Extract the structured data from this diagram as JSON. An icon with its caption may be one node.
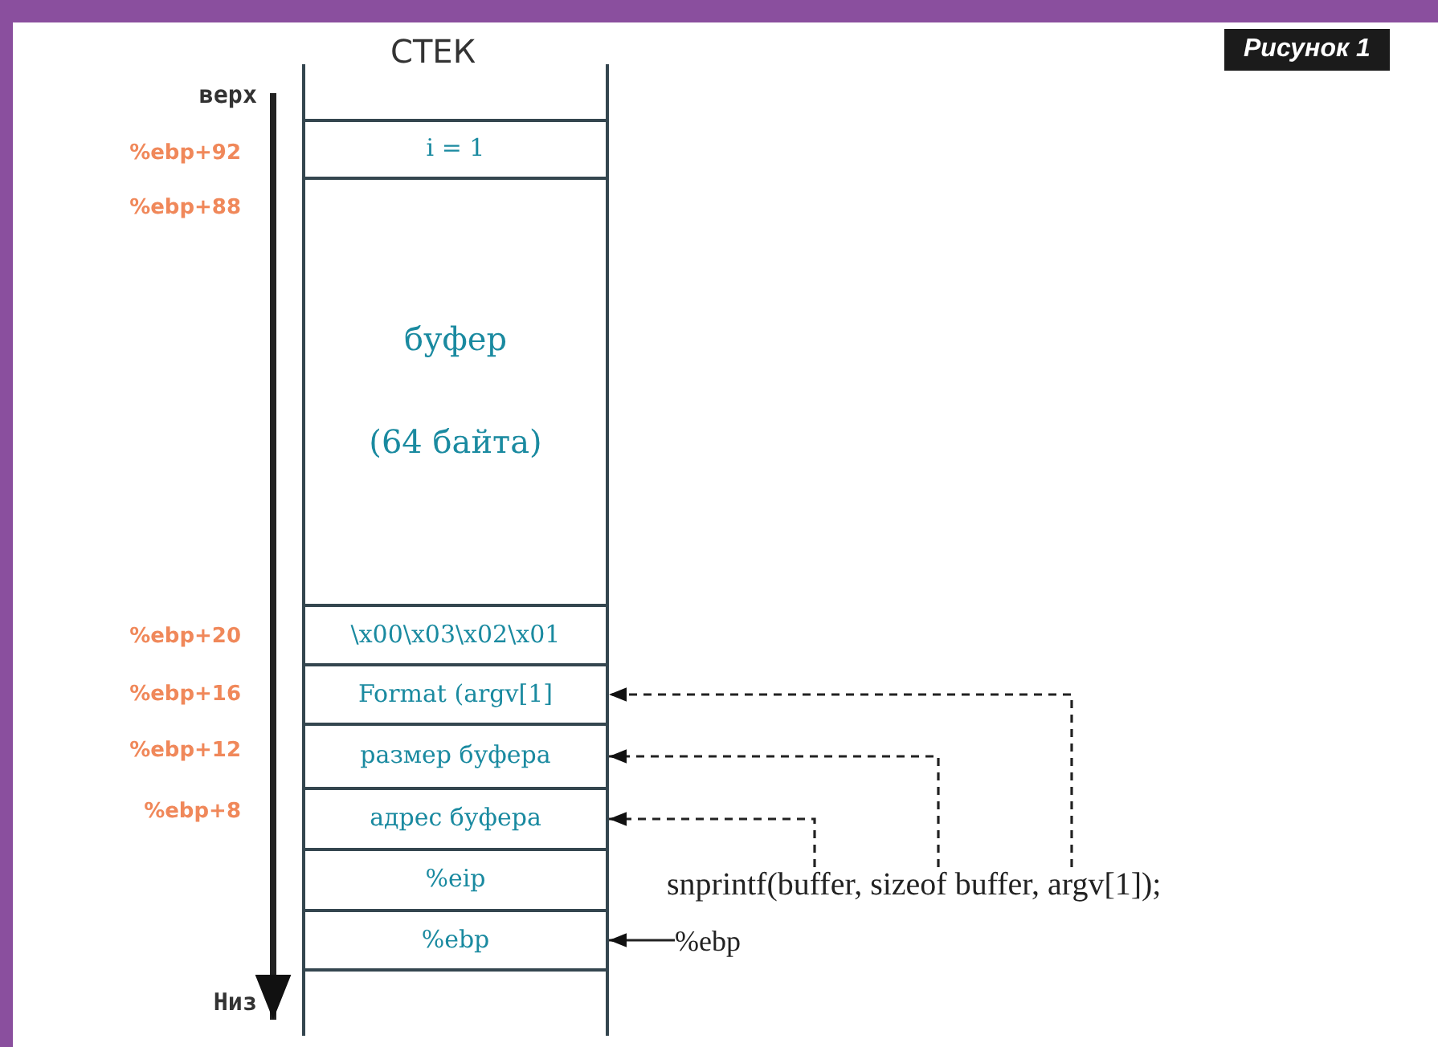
{
  "diagram": {
    "title": "Рисунок 1",
    "nodes": [
      {
        "text": [],
        "shape": "box"
      },
      {
        "text": [
          "i = 1"
        ]
      },
      {
        "text": [
          "буфер",
          "(64 байта)"
        ]
      },
      {
        "text": [
          "\\x00\\x03\\x02\\x01"
        ]
      },
      {
        "text": [
          "Format (argv[1]"
        ]
      },
      {
        "text": [
          "размер буфера"
        ]
      },
      {
        "text": [
          "адрес буфера"
        ]
      },
      {
        "text": [
          "%eip"
        ]
      },
      {
        "text": [
          "%ebp"
        ]
      },
      {
        "text": [],
        "shape": "box"
      },
      {
        "text": [
          "snprintf(buffer, sizeof buffer, argv[1]);"
        ]
      },
      {
        "text": [
          "%ebp"
        ]
      }
    ],
    "edges": [
      {
        "from": 10,
        "to": 4,
        "arrow": "to",
        "style": "dashed"
      },
      {
        "from": 10,
        "to": 5,
        "arrow": "to",
        "style": "dashed"
      },
      {
        "from": 10,
        "to": 6,
        "arrow": "to",
        "style": "dashed"
      },
      {
        "from": 11,
        "to": 8,
        "arrow": "to"
      }
    ],
    "labels": [
      "СТЕК",
      "верх",
      "%ebp+92",
      "%ebp+88",
      "%ebp+20",
      "%ebp+16",
      "%ebp+12",
      "%ebp+8",
      "Низ"
    ]
  }
}
